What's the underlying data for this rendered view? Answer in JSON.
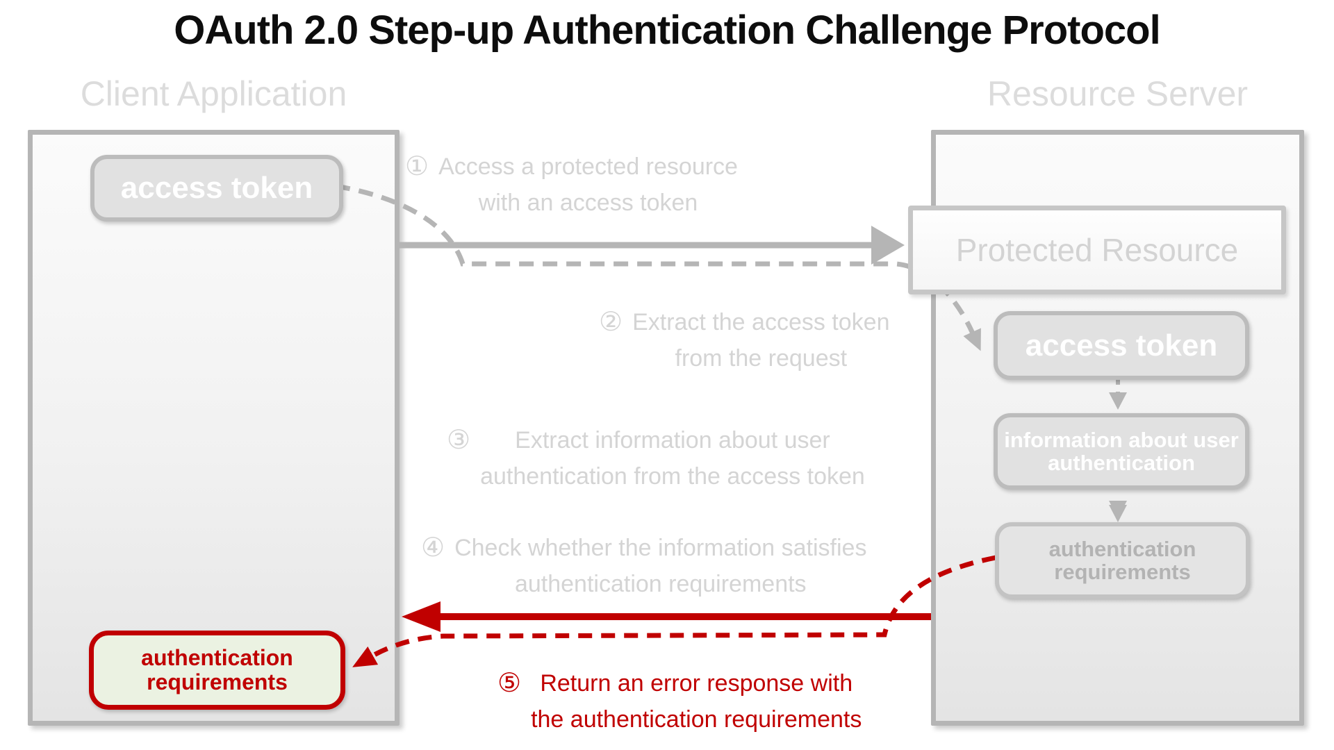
{
  "title": "OAuth 2.0 Step-up Authentication Challenge Protocol",
  "client": {
    "heading": "Client Application",
    "access_token": "access token",
    "auth_requirements": "authentication requirements"
  },
  "server": {
    "heading": "Resource Server",
    "protected_resource": "Protected Resource",
    "access_token": "access token",
    "user_auth_info": "information about user authentication",
    "auth_requirements": "authentication requirements"
  },
  "steps": [
    {
      "num": "①",
      "line1": "Access a protected resource",
      "line2": "with an access token"
    },
    {
      "num": "②",
      "line1": "Extract the access token",
      "line2": "from the request"
    },
    {
      "num": "③",
      "line1": "Extract information about user",
      "line2": "authentication from the access token"
    },
    {
      "num": "④",
      "line1": "Check whether the information satisfies",
      "line2": "authentication requirements"
    },
    {
      "num": "⑤",
      "line1": "Return an error response with",
      "line2": "the authentication requirements"
    }
  ],
  "colors": {
    "accent_red": "#c00000",
    "diagram_gray": "#b5b5b5",
    "light_gray_text": "#d4d4d4",
    "heading_gray": "#dcdcdc",
    "node_fill": "#e1e1e1",
    "node_border": "#bcbcbc",
    "node_text_white": "#ffffff",
    "muted_node_text": "#b3b3b3",
    "green_fill": "#ebf2e2"
  }
}
